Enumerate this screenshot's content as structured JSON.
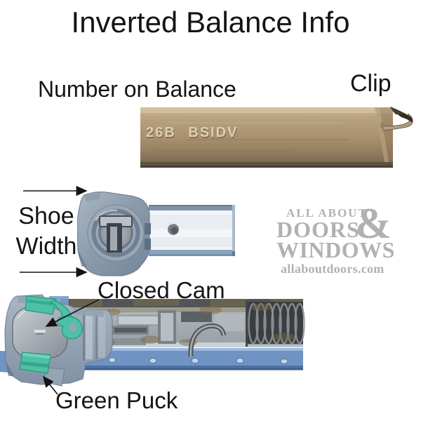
{
  "title": "Inverted Balance Info",
  "annotations": {
    "number_on_balance": "Number on Balance",
    "clip": "Clip",
    "shoe_width": [
      "Shoe",
      "Width"
    ],
    "closed_cam": "Closed Cam",
    "green_puck": "Green Puck"
  },
  "balance_photo": {
    "stamp": "26B BSIDV"
  },
  "watermark": {
    "line1": "ALL ABOUT",
    "ampersand": "&",
    "line2": "DOORS",
    "line3": "WINDOWS",
    "website": "allaboutdoors.com"
  },
  "colors": {
    "balance_channel_tan": "#aa9070",
    "shoe_gray": "#8d9cac",
    "puck_green": "#4ec0a6",
    "plate_blue": "#6f93c2",
    "watermark_gray": "#b2b1b0",
    "annotation_black": "#141414"
  }
}
